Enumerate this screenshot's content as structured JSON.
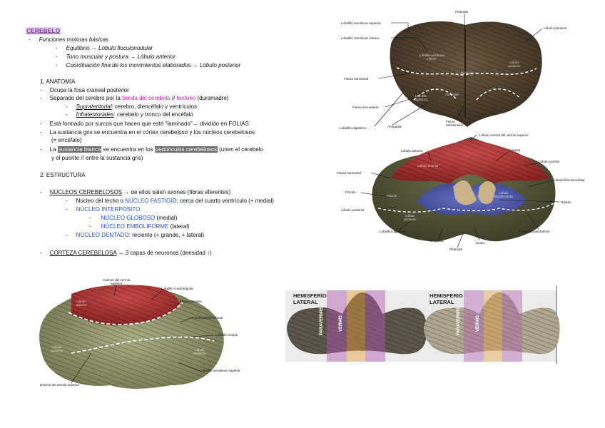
{
  "title": "CEREBELO",
  "functions": {
    "heading": "Funciones motoras básicas",
    "items": [
      "Equilibrio → Lóbulo floculonodular",
      "Tono muscular y postura → Lóbulo anterior",
      "Coordinación fina de los movimientos elaborados → Lóbulo posterior"
    ]
  },
  "anatomy": {
    "heading": "1.  ANATOMÍA",
    "line1": "Ocupa la fosa craneal posterior",
    "line2_a": "Separado del cerebro por la ",
    "line2_b": "tienda del cerebelo",
    "line2_c": " // ",
    "line2_d": "tentorio",
    "line2_e": " (duramadre)",
    "supra_term": "Supratentorial",
    "supra_rest": ": cerebro, diencéfalo y ventrículos",
    "infra_term": "Infratentoriales",
    "infra_rest": ": cerebelo y tronco del encéfalo",
    "line3": "Está formado por surcos que hacen que esté \"laminado\"→ dividido en FOLIAS",
    "line4a": "La sustancia gris se encuentra en el córtex cerebeloso y los núcleos cerebelosos",
    "line4b": "(= encéfalo)",
    "line5_a": "La ",
    "line5_b": "sustancia blanca",
    "line5_c": " se encuentra en los ",
    "line5_d": "pedúnculos cerebelosos",
    "line5_e": " (unen el cerebelo",
    "line5f": "y el puente // entre la sustancia gris)"
  },
  "structure": {
    "heading": "2.  ESTRUCTURA",
    "nuclei_term": "NÚCLEOS CEREBELOSOS",
    "nuclei_rest": " → de ellos salen axones (fibras eferentes)",
    "fast_a": "Núcleo del techo o ",
    "fast_b": "NÚCLEO FASTIGIO",
    "fast_c": ": cerca del cuarto ventrículo (+ medial)",
    "interp": "NÚCLEO INTERPÓSITO",
    "glob_b": "NÚCLEO GLOBOSO",
    "glob_c": " (medial)",
    "emb_b": "NÚCLEO EMBOLIFORME",
    "emb_c": " (lateral)",
    "dent_b": "NÚCLEO DENTADO",
    "dent_c": ": reciente (+ grande, + lateral)",
    "cortex_term": "CORTEZA CEREBELOSA",
    "cortex_rest": " → 3 capas de neuronas (densidad ↑)"
  },
  "fig1": {
    "labels": [
      "Lobulillo semilunar superior",
      "Lobulillo semilunar inferior",
      "Pirámide",
      "Lóbulo posterior",
      "Fisura horizontal",
      "Fisura secundaria",
      "Lobulillo digástrico",
      "Amígdala",
      "Fisura retrotonsilar"
    ],
    "inner": [
      "Lobulillo semilunar inferior",
      "Lóbulo posterior",
      "Lobulillo digástrico",
      "Amígdala",
      "Pirámide"
    ]
  },
  "fig2": {
    "labels": [
      "Lóbulo central del vermis superior",
      "Lóbulo anterior",
      "Língula",
      "Lóbulo central",
      "Fisura horizontal",
      "Lóbulo floculonodular",
      "Flóculo",
      "Nódulo",
      "Lóbulo posterior",
      "Lobulillo digástrico",
      "Fisura posterolateral",
      "Amígdala",
      "Úvula",
      "Pirámide"
    ],
    "inner": [
      "Lóbulo anterior",
      "Lóbulo floculonodular",
      "Lóbulo posterior",
      "Flóculo"
    ]
  },
  "fig3": {
    "labels": [
      "Culmen del vermis superior",
      "Lobulillo cuadrangular",
      "Fisura primaria",
      "Fisura postsemilunar",
      "Lobulillo simple",
      "Lobulillo semilunar superior",
      "Declive del vermis superior"
    ],
    "inner": [
      "Lóbulo anterior",
      "Lóbulo posterior",
      "Lóbulo posterior"
    ]
  },
  "fig4": {
    "left_hemi": "HEMISFERIO LATERAL",
    "right_hemi": "HEMISFERIO LATERAL",
    "paravermis": "PARAVERMIS",
    "vermis": "VERMIS"
  }
}
